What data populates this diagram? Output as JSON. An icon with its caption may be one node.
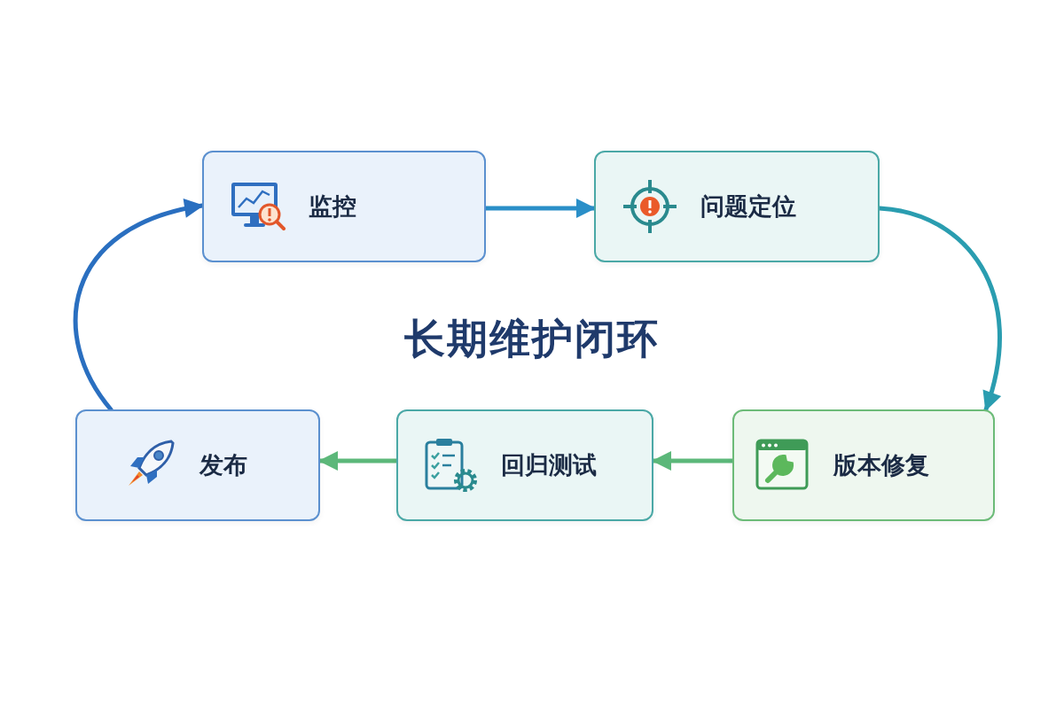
{
  "diagram": {
    "title": "长期维护闭环",
    "nodes": [
      {
        "text": [
          "监控"
        ]
      },
      {
        "text": [
          "问题定位"
        ]
      },
      {
        "text": [
          "版本修复"
        ]
      },
      {
        "text": [
          "回归测试"
        ]
      },
      {
        "text": [
          "发布"
        ]
      }
    ],
    "edges": [
      {
        "from": 0,
        "to": 1,
        "arrow": "to",
        "color": "#2a8fc8"
      },
      {
        "from": 1,
        "to": 2,
        "arrow": "to",
        "color": "#2a9db0"
      },
      {
        "from": 2,
        "to": 3,
        "arrow": "to",
        "color": "#5cb87a"
      },
      {
        "from": 3,
        "to": 4,
        "arrow": "to",
        "color": "#5cb87a"
      },
      {
        "from": 4,
        "to": 0,
        "arrow": "to",
        "color": "#2a6fc0"
      }
    ]
  }
}
